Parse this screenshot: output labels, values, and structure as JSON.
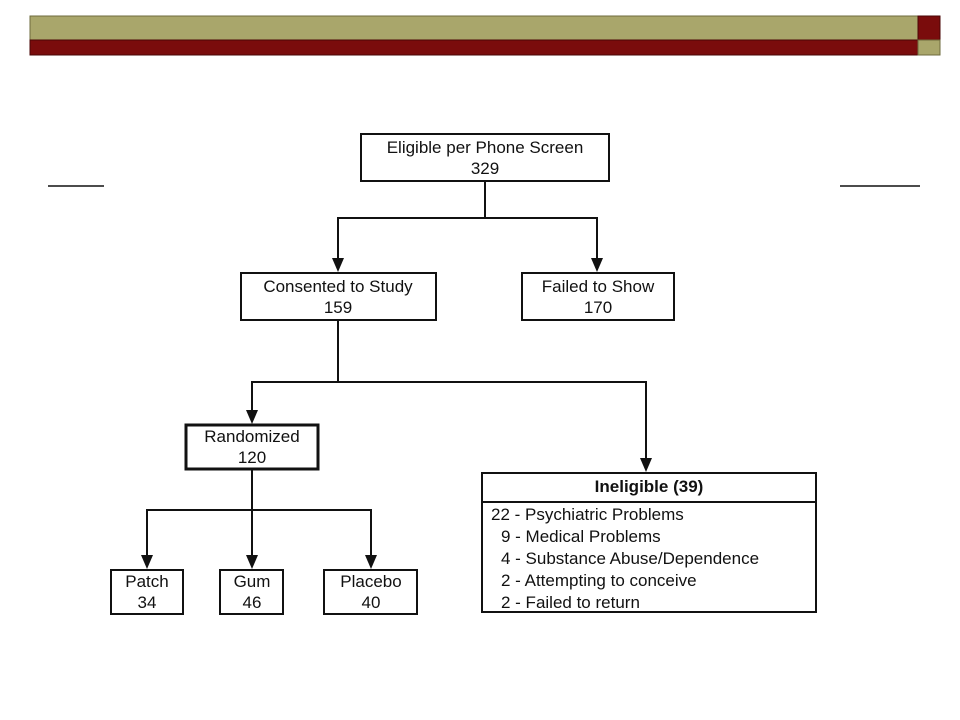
{
  "theme": {
    "header_olive": "#a9a66b",
    "header_maroon": "#7a0c0c",
    "header_accent": "#7a0c0c",
    "line_color": "#111111"
  },
  "flowchart": {
    "eligible": {
      "label": "Eligible per Phone Screen",
      "count": "329"
    },
    "consented": {
      "label": "Consented to Study",
      "count": "159"
    },
    "failed_show": {
      "label": "Failed to Show",
      "count": "170"
    },
    "randomized": {
      "label": "Randomized",
      "count": "120"
    },
    "ineligible": {
      "title": "Ineligible (39)",
      "reasons": [
        "22 - Psychiatric Problems",
        "9 - Medical Problems",
        "4 - Substance Abuse/Dependence",
        "2 - Attempting to conceive",
        "2 - Failed to return"
      ]
    },
    "patch": {
      "label": "Patch",
      "count": "34"
    },
    "gum": {
      "label": "Gum",
      "count": "46"
    },
    "placebo": {
      "label": "Placebo",
      "count": "40"
    }
  }
}
